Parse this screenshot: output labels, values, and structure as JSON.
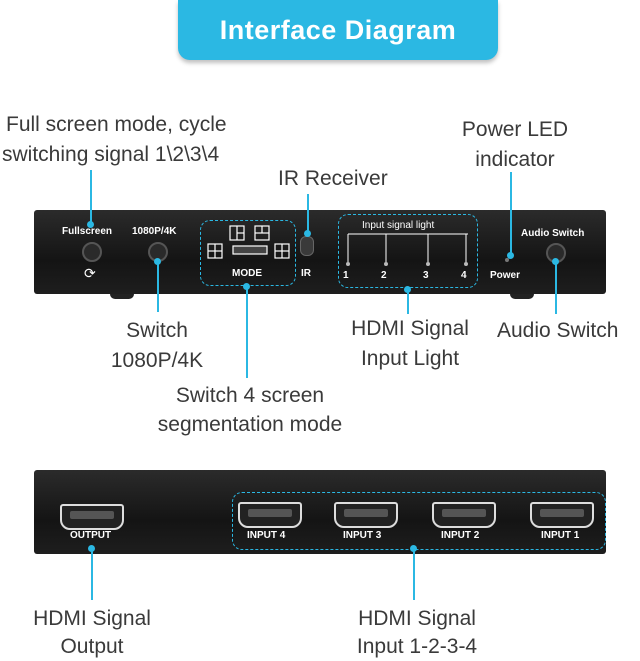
{
  "banner": {
    "title": "Interface Diagram"
  },
  "labels": {
    "fullscreen_line1": "Full screen mode, cycle",
    "fullscreen_line2": "switching signal 1\\2\\3\\4",
    "ir_receiver": "IR Receiver",
    "power_led_line1": "Power LED",
    "power_led_line2": "indicator",
    "switch_res_line1": "Switch",
    "switch_res_line2": "1080P/4K",
    "hdmi_light_line1": "HDMI Signal",
    "hdmi_light_line2": "Input Light",
    "audio_switch": "Audio Switch",
    "seg_mode_line1": "Switch 4 screen",
    "seg_mode_line2": "segmentation mode",
    "hdmi_out_line1": "HDMI Signal",
    "hdmi_out_line2": "Output",
    "hdmi_in_line1": "HDMI Signal",
    "hdmi_in_line2": "Input 1-2-3-4"
  },
  "front_panel": {
    "fullscreen": "Fullscreen",
    "resolution": "1080P/4K",
    "mode": "MODE",
    "ir": "IR",
    "input_signal_light": "Input signal light",
    "channels": [
      "1",
      "2",
      "3",
      "4"
    ],
    "power": "Power",
    "audio_switch": "Audio Switch"
  },
  "back_panel": {
    "output": "OUTPUT",
    "inputs": [
      "INPUT 4",
      "INPUT 3",
      "INPUT 2",
      "INPUT 1"
    ]
  },
  "colors": {
    "accent": "#2bb8e3",
    "device": "#1c1c1c"
  }
}
